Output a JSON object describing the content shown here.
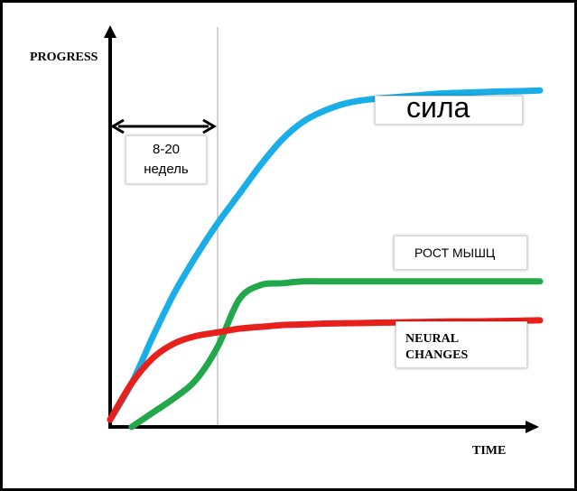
{
  "chart_data": {
    "type": "line",
    "ylabel": "PROGRESS",
    "xlabel": "TIME",
    "period_label": {
      "line1": "8-20",
      "line2": "недель"
    },
    "x": [
      0,
      0.05,
      0.1,
      0.15,
      0.2,
      0.25,
      0.3,
      0.35,
      0.4,
      0.45,
      0.5,
      0.55,
      0.6,
      0.65,
      0.7,
      0.75,
      0.8,
      0.85,
      0.9,
      0.95,
      1.0
    ],
    "series": [
      {
        "name": "сила",
        "color": "#1aaee8",
        "values": [
          0.02,
          0.12,
          0.25,
          0.37,
          0.47,
          0.56,
          0.64,
          0.72,
          0.79,
          0.84,
          0.87,
          0.89,
          0.9,
          0.905,
          0.91,
          0.915,
          0.918,
          0.92,
          0.922,
          0.923,
          0.925
        ]
      },
      {
        "name": "РОСТ МЫШЦ",
        "color": "#22a84a",
        "values": [
          null,
          0.0,
          0.04,
          0.08,
          0.13,
          0.22,
          0.35,
          0.39,
          0.395,
          0.4,
          0.4,
          0.4,
          0.4,
          0.4,
          0.4,
          0.4,
          0.4,
          0.4,
          0.4,
          0.4,
          0.4
        ]
      },
      {
        "name": "NEURAL CHANGES",
        "color": "#e8201c",
        "values": [
          0.02,
          0.12,
          0.19,
          0.23,
          0.25,
          0.26,
          0.27,
          0.275,
          0.28,
          0.282,
          0.284,
          0.285,
          0.286,
          0.287,
          0.288,
          0.289,
          0.29,
          0.29,
          0.291,
          0.292,
          0.293
        ]
      }
    ],
    "marker_x": 0.25,
    "xlim": [
      0,
      1
    ],
    "ylim": [
      0,
      1
    ],
    "grid": false
  }
}
